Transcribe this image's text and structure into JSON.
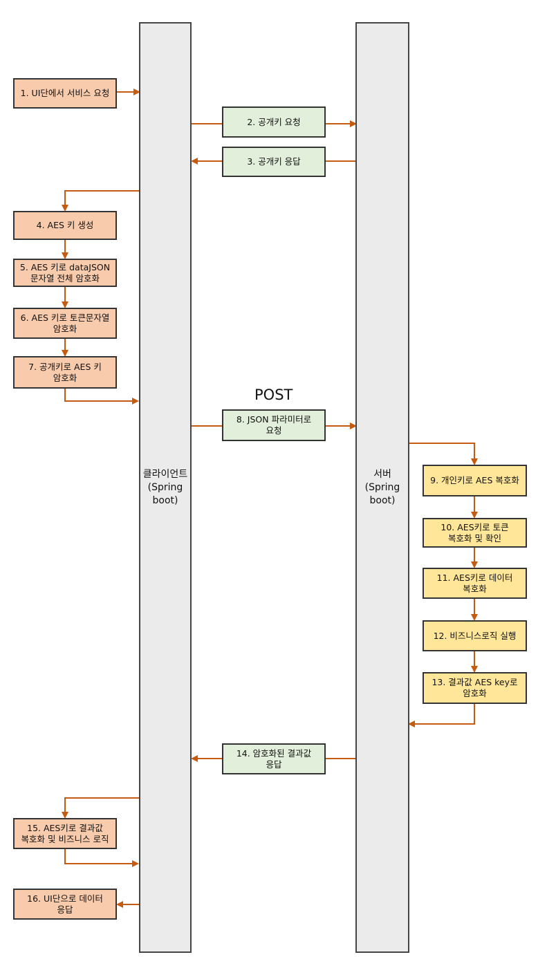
{
  "colors": {
    "client_step": "#f8cbad",
    "message": "#e2efda",
    "server_step": "#ffe699",
    "arrow": "#c55a11",
    "lane": "#ebebeb"
  },
  "lanes": {
    "client": "클라이언트\n(Spring\nboot)",
    "server": "서버\n(Spring\nboot)"
  },
  "post_label": "POST",
  "client_steps": {
    "s1": "1. UI단에서 서비스 요청",
    "s4": "4. AES 키 생성",
    "s5": "5. AES 키로 dataJSON\n문자열 전체 암호화",
    "s6": "6. AES 키로 토큰문자열\n암호화",
    "s7": "7. 공개키로 AES 키\n암호화",
    "s15": "15. AES키로 결과값\n복호화 및 비즈니스 로직",
    "s16": "16. UI단으로 데이터\n응답"
  },
  "messages": {
    "s2": "2. 공개키 요청",
    "s3": "3. 공개키 응답",
    "s8": "8. JSON 파라미터로\n요청",
    "s14": "14. 암호화된 결과값\n응답"
  },
  "server_steps": {
    "s9": "9. 개인키로 AES 복호화",
    "s10": "10. AES키로 토큰\n복호화 및 확인",
    "s11": "11. AES키로 데이터\n복호화",
    "s12": "12. 비즈니스로직 실행",
    "s13": "13. 결과값 AES key로\n암호화"
  }
}
